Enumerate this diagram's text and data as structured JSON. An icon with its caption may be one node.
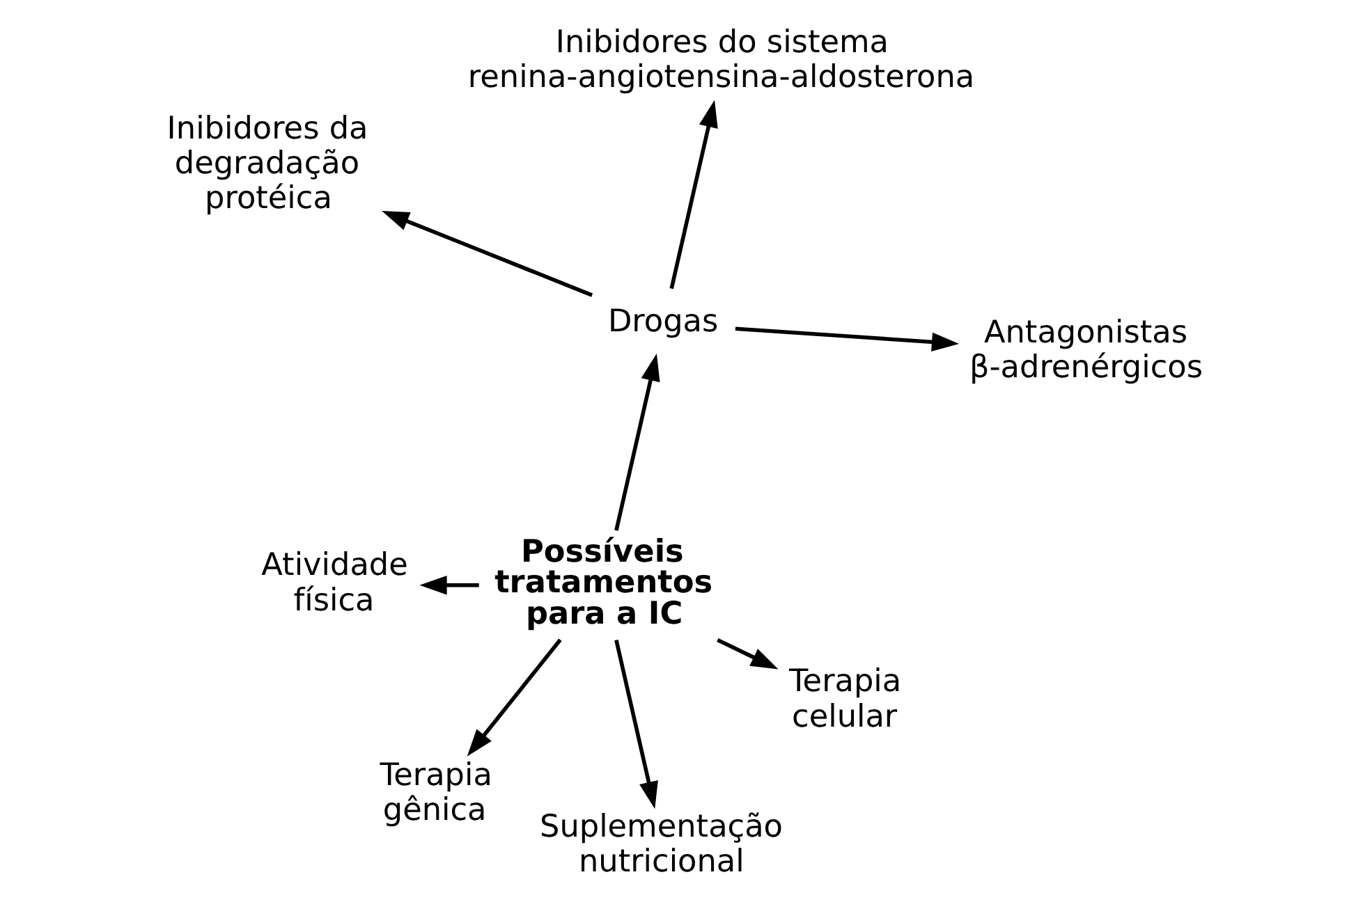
{
  "diagram": {
    "nodes": [
      {
        "text": [
          "Possíveis tratamentos para a IC"
        ]
      },
      {
        "text": [
          "Drogas"
        ]
      },
      {
        "text": [
          "Antagonistas β-adrenérgicos"
        ]
      },
      {
        "text": [
          "Inibidores do sistema renina-angiotensina-aldosterona"
        ]
      },
      {
        "text": [
          "Inibidores da degradação protéica"
        ]
      },
      {
        "text": [
          "Atividade física"
        ]
      },
      {
        "text": [
          "Terapia gênica"
        ]
      },
      {
        "text": [
          "Suplementação nutricional"
        ]
      },
      {
        "text": [
          "Terapia celular"
        ]
      }
    ],
    "edges": [
      {
        "from": 0,
        "to": 1,
        "arrow": "to"
      },
      {
        "from": 1,
        "to": 2,
        "arrow": "to"
      },
      {
        "from": 1,
        "to": 3,
        "arrow": "to"
      },
      {
        "from": 1,
        "to": 4,
        "arrow": "to"
      },
      {
        "from": 0,
        "to": 5,
        "arrow": "to"
      },
      {
        "from": 0,
        "to": 6,
        "arrow": "to"
      },
      {
        "from": 0,
        "to": 7,
        "arrow": "to"
      },
      {
        "from": 0,
        "to": 8,
        "arrow": "to"
      }
    ]
  }
}
